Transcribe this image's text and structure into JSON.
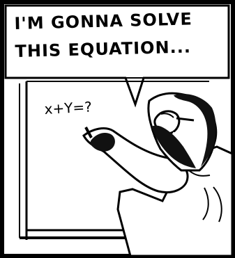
{
  "comic": {
    "caption": {
      "line1": "I'M GONNA SOLVE",
      "line2": "THIS EQUATION..."
    },
    "board": {
      "equation": "x+Y=?"
    }
  }
}
